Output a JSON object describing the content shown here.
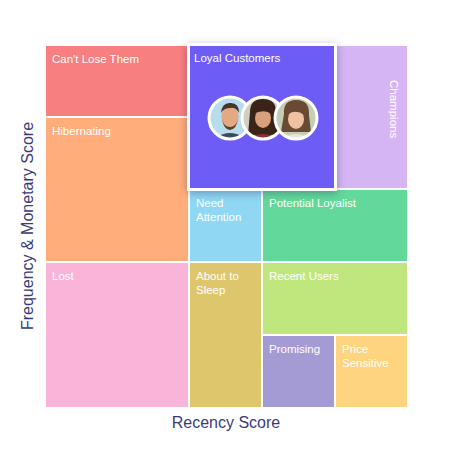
{
  "diagram": {
    "nodes": [
      {
        "text": [
          "Can't Lose Them"
        ]
      },
      {
        "text": [
          "Loyal Customers"
        ]
      },
      {
        "text": [
          "Champions"
        ]
      },
      {
        "text": [
          "Hibernating"
        ]
      },
      {
        "text": [
          "Need Attention"
        ]
      },
      {
        "text": [
          "Potential Loyalist"
        ]
      },
      {
        "text": [
          "Lost"
        ]
      },
      {
        "text": [
          "About to Sleep"
        ]
      },
      {
        "text": [
          "Recent Users"
        ]
      },
      {
        "text": [
          "Promising"
        ]
      },
      {
        "text": [
          "Price Sensitive"
        ]
      }
    ],
    "labels": [
      "Frequency & Monetary Score",
      "Recency Score"
    ]
  }
}
